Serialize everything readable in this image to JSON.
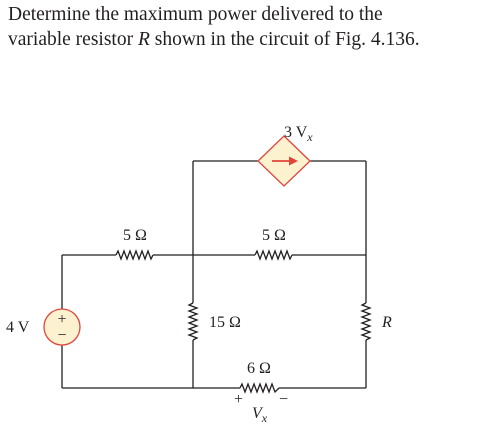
{
  "problem": {
    "line1": "Determine the maximum power delivered to the",
    "line2_pre": "variable resistor ",
    "line2_var": "R",
    "line2_post": " shown in the circuit of Fig. 4.136."
  },
  "circuit": {
    "voltage_source": {
      "label": "4 V",
      "plus": "+",
      "minus": "−"
    },
    "resistors": {
      "r_left_top": "5 Ω",
      "r_right_top": "5 Ω",
      "r_middle_vertical": "15 Ω",
      "r_bottom": "6 Ω",
      "r_variable": "R"
    },
    "dependent_source": {
      "label_coef": "3 V",
      "label_sub": "x"
    },
    "vx": {
      "label": "V",
      "sub": "x",
      "plus": "+",
      "minus": "−"
    }
  },
  "colors": {
    "wire": "#231f20",
    "source_fill": "#fdf2cf",
    "source_stroke": "#e0453a",
    "arrow": "#e0453a"
  }
}
